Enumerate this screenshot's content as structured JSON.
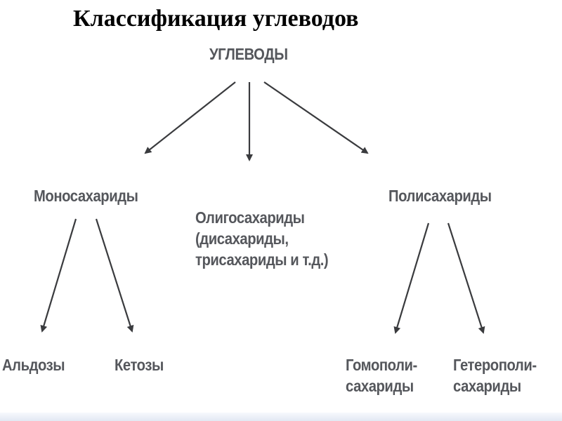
{
  "slide": {
    "title": "Классификация углеводов",
    "root": {
      "label": "УГЛЕВОДЫ"
    },
    "level1": [
      {
        "label": "Моносахариды"
      },
      {
        "lines": [
          "Олигосахариды",
          "(дисахариды,",
          "трисахариды и т.д.)"
        ]
      },
      {
        "label": "Полисахариды"
      }
    ],
    "monosaccharides_children": [
      {
        "label": "Альдозы"
      },
      {
        "label": "Кетозы"
      }
    ],
    "polysaccharides_children": [
      {
        "lines": [
          "Гомополи-",
          "сахариды"
        ]
      },
      {
        "lines": [
          "Гетерополи-",
          "сахариды"
        ]
      }
    ],
    "colors": {
      "node_text": "#55575c",
      "arrow": "#3a3b3e",
      "title": "#000000"
    }
  }
}
